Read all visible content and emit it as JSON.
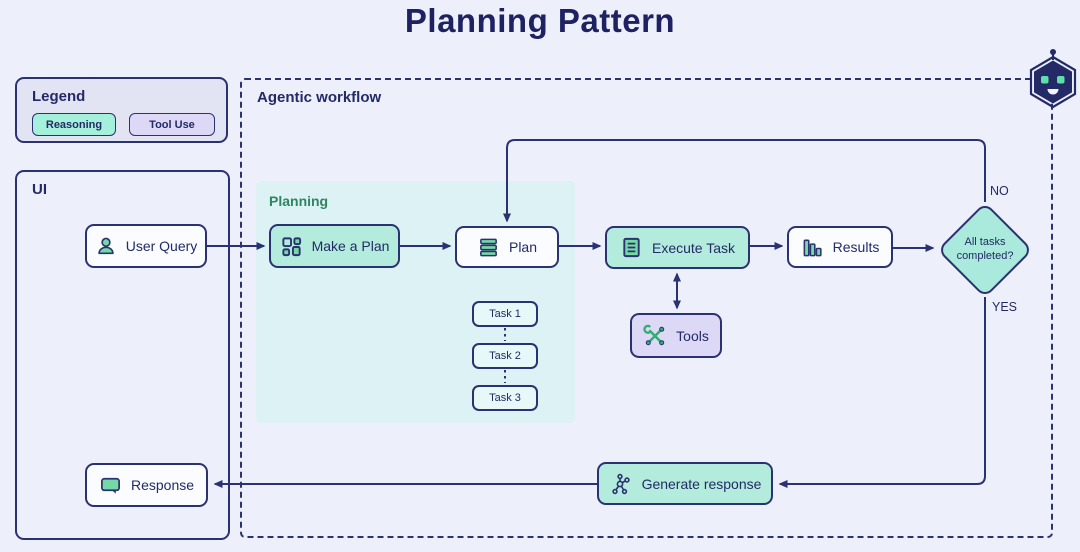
{
  "title": "Planning Pattern",
  "colors": {
    "background": "#edf0fa",
    "navy_stroke": "#2b3271",
    "teal_node_fill": "#b3ecdc",
    "purple_node_fill": "#dcd8f6",
    "planning_region_fill": "#dcf2f4",
    "task_fill": "#e6f9f8",
    "legend_fill": "#e2e4f3",
    "icon_green": "#74d9a4",
    "planning_label_green": "#2e8560"
  },
  "legend": {
    "title": "Legend",
    "items": [
      {
        "label": "Reasoning",
        "style": "teal"
      },
      {
        "label": "Tool Use",
        "style": "purple"
      }
    ]
  },
  "ui_panel": {
    "title": "UI",
    "user_query_label": "User Query",
    "response_label": "Response"
  },
  "workflow": {
    "title": "Agentic workflow",
    "planning_group": {
      "title": "Planning",
      "make_a_plan_label": "Make a Plan",
      "plan_label": "Plan",
      "tasks": [
        "Task 1",
        "Task 2",
        "Task 3"
      ]
    },
    "execute_task_label": "Execute Task",
    "tools_label": "Tools",
    "results_label": "Results",
    "decision": {
      "question": "All tasks completed?",
      "no_label": "NO",
      "yes_label": "YES"
    },
    "generate_response_label": "Generate response"
  },
  "icons": {
    "user_query": "person-icon",
    "make_a_plan": "grid-blocks-icon",
    "plan": "stacked-list-icon",
    "execute_task": "document-lines-icon",
    "tools": "crossed-tools-icon",
    "results": "bar-chart-icon",
    "generate_response": "network-nodes-icon",
    "response": "speech-bubble-icon",
    "mascot": "robot-icon"
  }
}
